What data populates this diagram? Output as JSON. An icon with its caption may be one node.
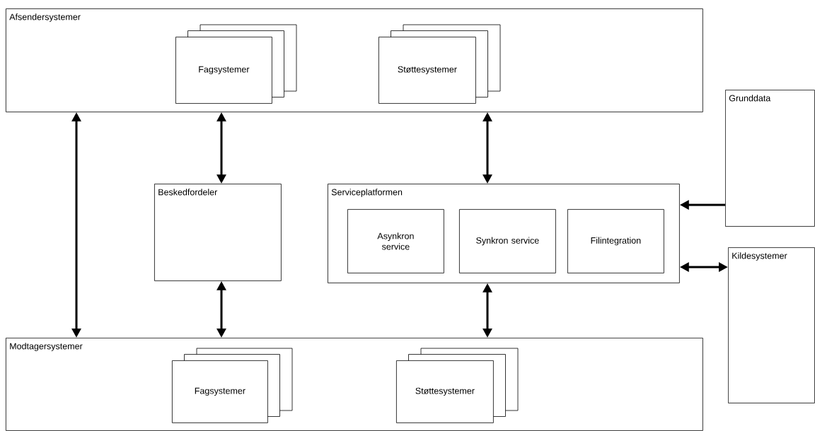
{
  "diagram": {
    "nodes": [
      {
        "text": [
          "Afsendersystemer"
        ]
      },
      {
        "text": [
          "Fagsystemer"
        ],
        "in": 0
      },
      {
        "text": [
          "Støttesystemer"
        ],
        "in": 0
      },
      {
        "text": [
          "Grunddata"
        ]
      },
      {
        "text": [
          "Beskedfordeler"
        ]
      },
      {
        "text": [
          "Serviceplatformen"
        ]
      },
      {
        "text": [
          "Asynkron service"
        ],
        "in": 5
      },
      {
        "text": [
          "Synkron service"
        ],
        "in": 5
      },
      {
        "text": [
          "Filintegration"
        ],
        "in": 5
      },
      {
        "text": [
          "Kildesystemer"
        ]
      },
      {
        "text": [
          "Modtagersystemer"
        ]
      },
      {
        "text": [
          "Fagsystemer"
        ],
        "in": 10
      },
      {
        "text": [
          "Støttesystemer"
        ],
        "in": 10
      }
    ],
    "edges": [
      {
        "from": 0,
        "to": 10,
        "arrow": "both"
      },
      {
        "from": 0,
        "to": 4,
        "arrow": "both"
      },
      {
        "from": 0,
        "to": 5,
        "arrow": "both"
      },
      {
        "from": 4,
        "to": 10,
        "arrow": "both"
      },
      {
        "from": 5,
        "to": 10,
        "arrow": "both"
      },
      {
        "from": 3,
        "to": 5,
        "arrow": "to"
      },
      {
        "from": 5,
        "to": 9,
        "arrow": "both"
      }
    ]
  }
}
